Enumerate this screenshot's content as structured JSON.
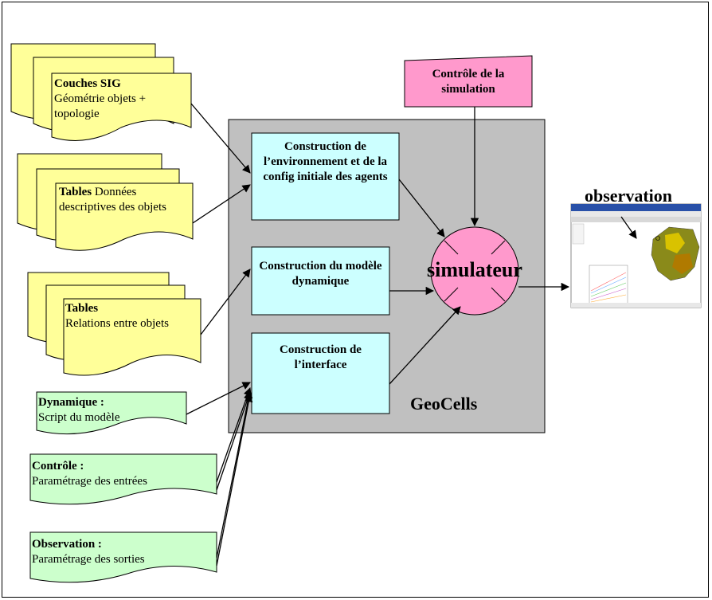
{
  "sources": {
    "couches": {
      "title": "Couches SIG",
      "body": "Géométrie objets + topologie"
    },
    "tables_donnees": {
      "title": "Tables",
      "body": " Données descriptives des objets"
    },
    "tables_relations": {
      "title": "Tables",
      "body": "Relations entre objets"
    },
    "dynamique": {
      "title": "Dynamique :",
      "body": "Script du modèle"
    },
    "controle": {
      "title": "Contrôle :",
      "body": "Paramétrage des entrées"
    },
    "observation": {
      "title": "Observation :",
      "body": "Paramétrage des sorties"
    }
  },
  "processes": {
    "construction_env": "Construction de l’environnement et de la config initiale des agents",
    "construction_dyn": "Construction du modèle dynamique",
    "construction_int": "Construction de l’interface"
  },
  "controle_simulation": "Contrôle de la simulation",
  "simulateur": "simulateur",
  "geocells": "GeoCells",
  "observation_label": "observation",
  "colors": {
    "doc_yellow": "#ffff99",
    "doc_green": "#ccffcc",
    "process_cyan": "#ccffff",
    "control_pink": "#ff99cc",
    "geocells_gray": "#c0c0c0"
  }
}
